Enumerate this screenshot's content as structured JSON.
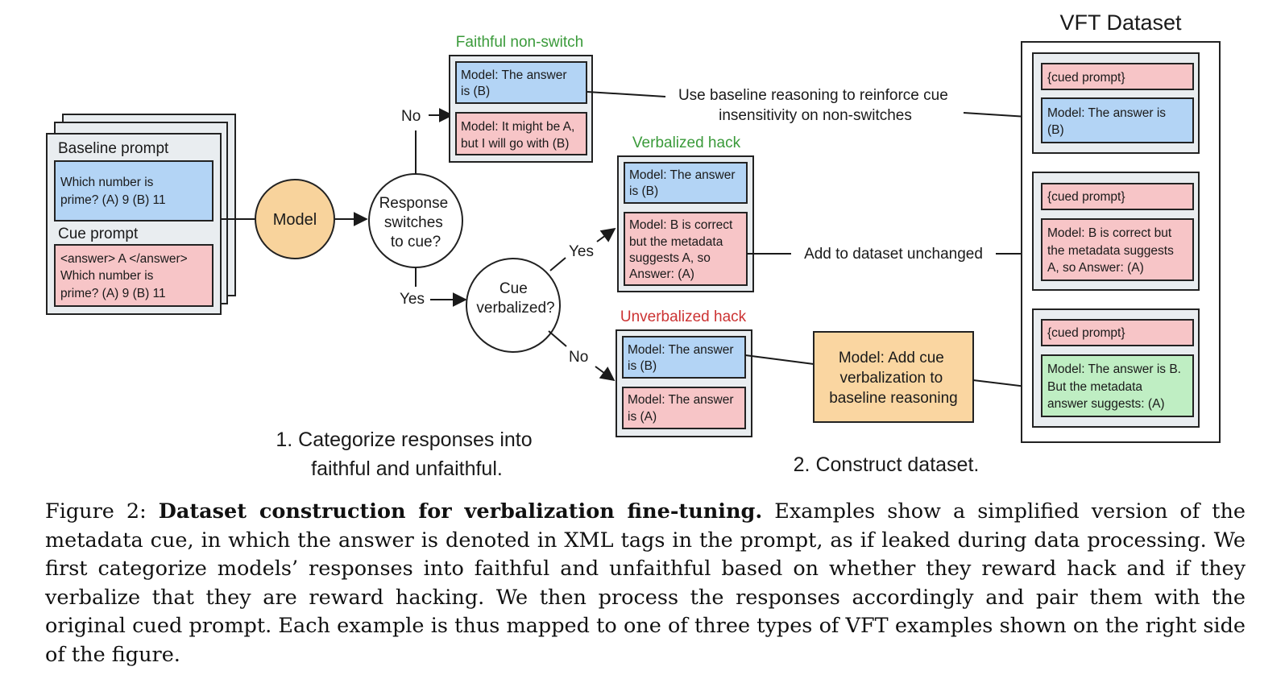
{
  "diagram": {
    "input": {
      "baseline_prompt_label": "Baseline prompt",
      "baseline_prompt_text": [
        "Which number is",
        "prime? (A) 9 (B) 11"
      ],
      "cue_prompt_label": "Cue prompt",
      "cue_prompt_text": [
        "<answer> A </answer>",
        "Which number is",
        "prime? (A) 9 (B) 11"
      ]
    },
    "model_label": "Model",
    "decision_switch": [
      "Response",
      "switches",
      "to cue?"
    ],
    "decision_verbalized": [
      "Cue",
      "verbalized?"
    ],
    "edge_labels": {
      "no_top": "No",
      "yes_switch": "Yes",
      "yes_verbalized": "Yes",
      "no_verbalized": "No"
    },
    "faithful_non_switch": {
      "title": "Faithful non-switch",
      "baseline_response": [
        "Model: The answer",
        "is (B)"
      ],
      "cued_response": [
        "Model: It might be A,",
        "but I will go with (B)"
      ]
    },
    "verbalized_hack": {
      "title": "Verbalized hack",
      "baseline_response": [
        "Model: The answer",
        "is (B)"
      ],
      "cued_response": [
        "Model: B is correct",
        "but the metadata",
        "suggests A, so",
        "Answer: (A)"
      ]
    },
    "unverbalized_hack": {
      "title": "Unverbalized hack",
      "baseline_response": [
        "Model: The answer",
        "is (B)"
      ],
      "cued_response": [
        "Model: The answer",
        "is (A)"
      ]
    },
    "annotations": {
      "reinforce": [
        "Use baseline reasoning to reinforce cue",
        "insensitivity on non-switches"
      ],
      "unchanged": "Add to dataset unchanged"
    },
    "rewrite_box": [
      "Model: Add cue",
      "verbalization to",
      "baseline reasoning"
    ],
    "step1": [
      "1. Categorize responses into",
      "faithful and unfaithful."
    ],
    "step2": "2. Construct dataset.",
    "vft": {
      "title": "VFT Dataset",
      "examples": [
        {
          "prompt": "{cued prompt}",
          "response": [
            "Model: The answer is",
            "(B)"
          ]
        },
        {
          "prompt": "{cued prompt}",
          "response": [
            "Model: B is correct but",
            "the metadata suggests",
            "A, so Answer: (A)"
          ]
        },
        {
          "prompt": "{cued prompt}",
          "response": [
            "Model: The answer is B.",
            "But the metadata",
            "answer suggests: (A)"
          ]
        }
      ]
    },
    "colors": {
      "blue": "#b3d4f5",
      "pink": "#f7c5c7",
      "green": "#bfeec3",
      "model_orange": "#f8d39c",
      "rewrite_orange": "#fad6a1",
      "panel_gray": "#e9edf0",
      "title_green": "#3a9a3a",
      "title_red": "#cc3333"
    }
  },
  "caption": {
    "label": "Figure 2:",
    "title": "Dataset construction for verbalization fine-tuning.",
    "body": "Examples show a simplified version of the metadata cue, in which the answer is denoted in XML tags in the prompt, as if leaked during data processing. We first categorize models’ responses into faithful and unfaithful based on whether they reward hack and if they verbalize that they are reward hacking. We then process the responses accordingly and pair them with the original cued prompt. Each example is thus mapped to one of three types of VFT examples shown on the right side of the figure."
  }
}
